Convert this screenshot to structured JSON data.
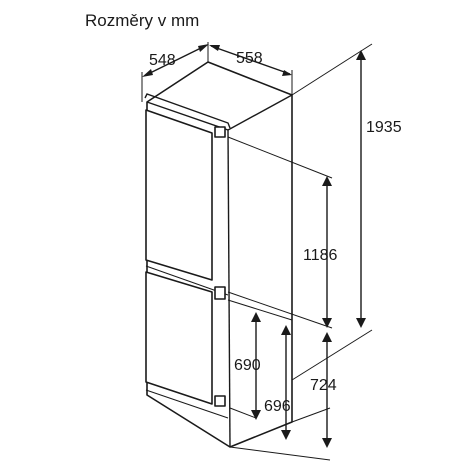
{
  "title": "Rozměry v mm",
  "dimensions": {
    "depth": "548",
    "width": "558",
    "total_height": "1935",
    "upper_section_height": "1186",
    "lower_door_height": "690",
    "lower_section_height": "696",
    "lower_total_height": "724"
  }
}
